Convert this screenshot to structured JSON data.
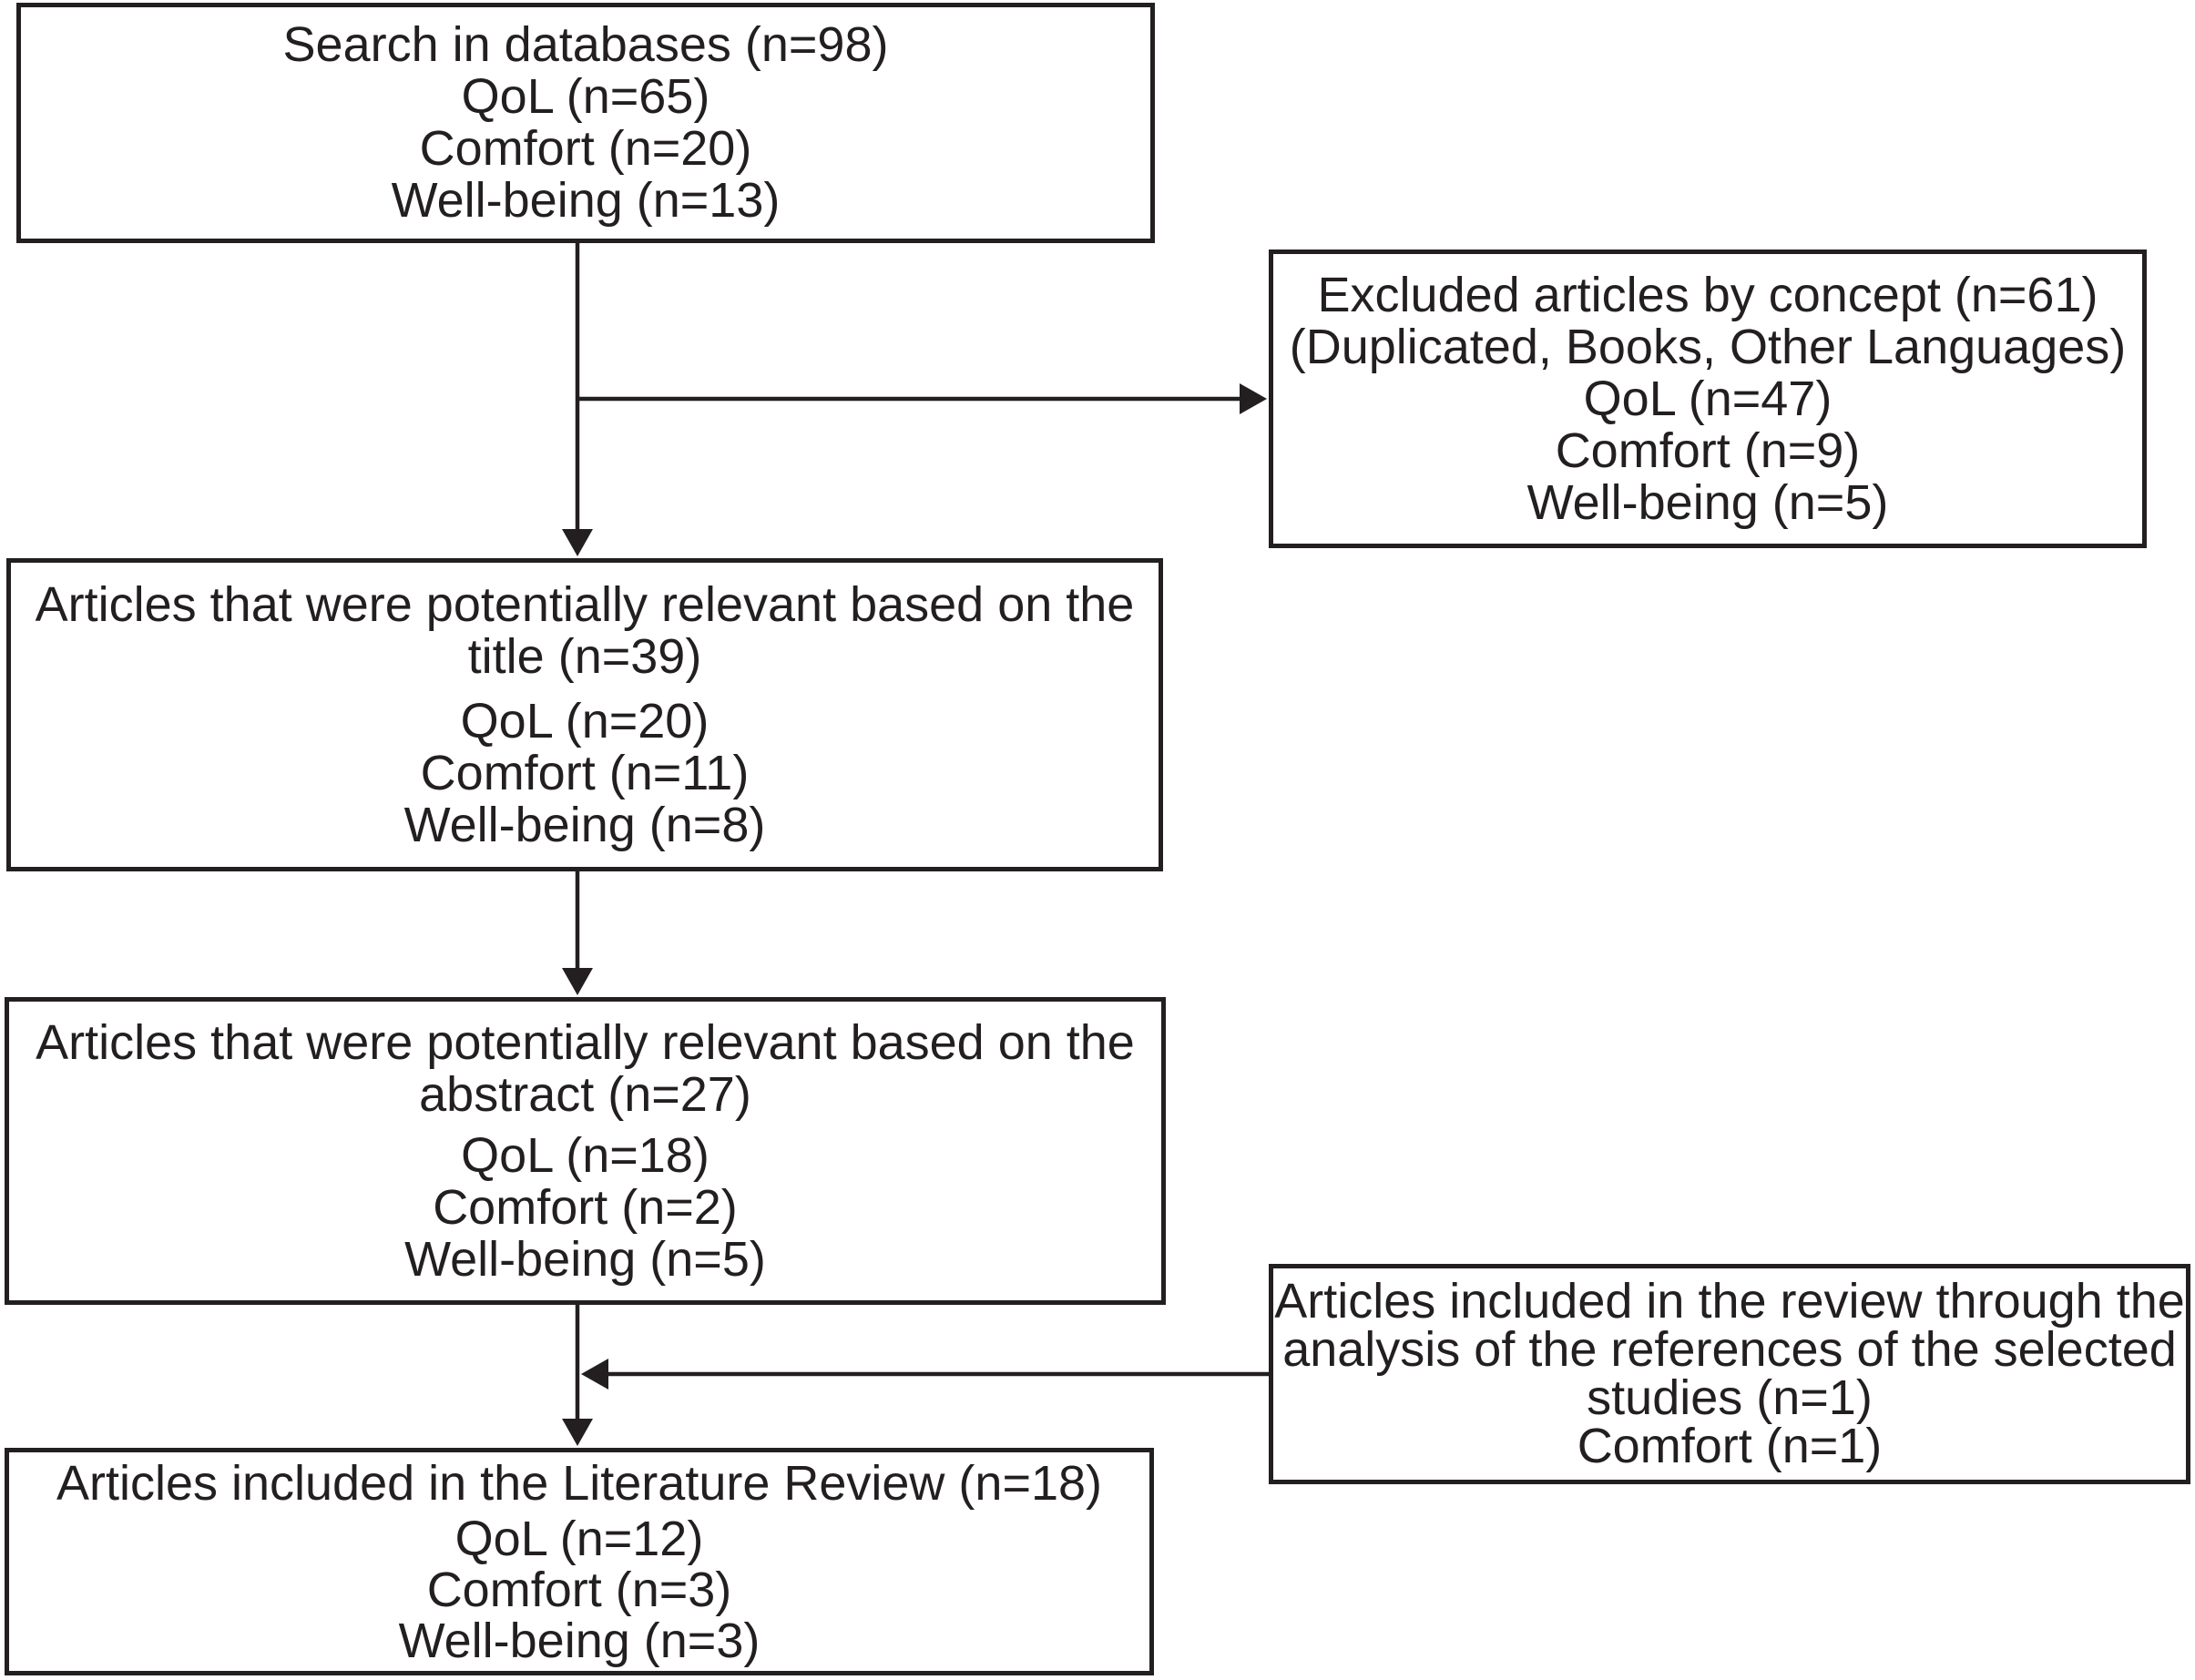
{
  "figure": {
    "type": "literature-review-flow-diagram",
    "background_color": "#ffffff",
    "line_color": "#231f20",
    "text_color": "#231f20"
  },
  "boxes": {
    "search": {
      "heading_lines": [
        "Search in databases (n=98)"
      ],
      "sub_lines": [
        "QoL (n=65)",
        "Comfort (n=20)",
        "Well-being (n=13)"
      ]
    },
    "excluded": {
      "heading_lines": [
        "Excluded articles by concept (n=61)",
        "(Duplicated, Books, Other Languages)"
      ],
      "sub_lines": [
        "QoL (n=47)",
        "Comfort (n=9)",
        "Well-being (n=5)"
      ]
    },
    "title_relevant": {
      "heading_lines": [
        "Articles that were potentially relevant based on the",
        "title (n=39)"
      ],
      "sub_lines": [
        "QoL (n=20)",
        "Comfort (n=11)",
        "Well-being (n=8)"
      ]
    },
    "abstract_relevant": {
      "heading_lines": [
        "Articles that were potentially relevant based on the",
        "abstract (n=27)"
      ],
      "sub_lines": [
        "QoL (n=18)",
        "Comfort (n=2)",
        "Well-being (n=5)"
      ]
    },
    "references": {
      "heading_lines": [
        "Articles included in the review through the",
        "analysis of the references of the selected",
        "studies (n=1)"
      ],
      "sub_lines": [
        "Comfort (n=1)"
      ]
    },
    "included": {
      "heading_lines": [
        "Articles included in the Literature Review (n=18)"
      ],
      "sub_lines": [
        "QoL (n=12)",
        "Comfort (n=3)",
        "Well-being (n=3)"
      ]
    }
  },
  "edges": [
    {
      "from": "search",
      "to": "title_relevant",
      "type": "arrow-down"
    },
    {
      "from": "search",
      "to": "excluded",
      "type": "arrow-right-branch"
    },
    {
      "from": "title_relevant",
      "to": "abstract_relevant",
      "type": "arrow-down"
    },
    {
      "from": "abstract_relevant",
      "to": "included",
      "type": "arrow-down"
    },
    {
      "from": "references",
      "to": "included",
      "type": "arrow-left-merge"
    }
  ]
}
